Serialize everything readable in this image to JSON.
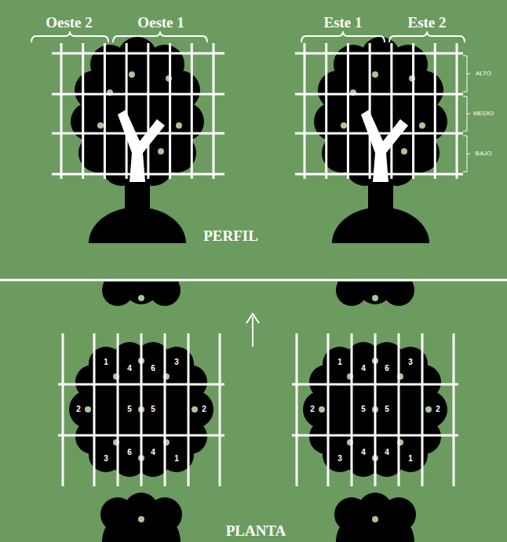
{
  "diagram": {
    "labels": [
      "Oeste 2",
      "Oeste 1",
      "Este 1",
      "Este 2",
      "ALTO",
      "MEDIO",
      "BAJO",
      "PERFIL",
      "1",
      "4",
      "6",
      "3",
      "2",
      "5",
      "5",
      "2",
      "3",
      "6",
      "4",
      "1",
      "1",
      "4",
      "6",
      "3",
      "2",
      "5",
      "5",
      "2",
      "3",
      "4",
      "4",
      "1",
      "PLANTA"
    ]
  }
}
